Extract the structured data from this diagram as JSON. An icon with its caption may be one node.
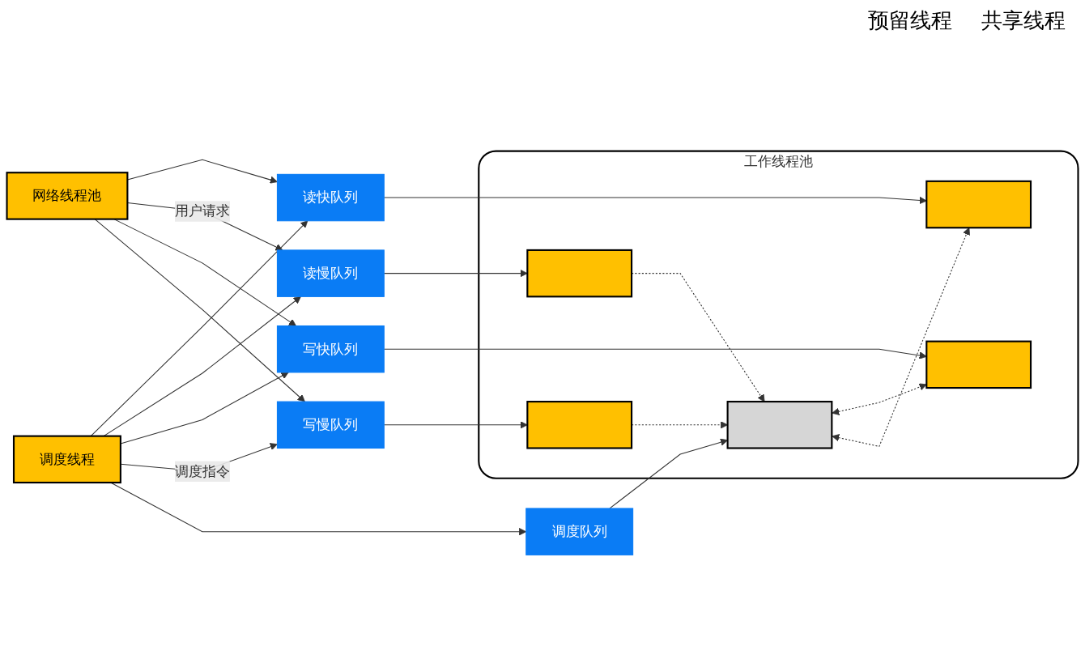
{
  "diagram": {
    "nodes": [
      {
        "text": [
          "网络线程池"
        ]
      },
      {
        "text": [
          "调度线程"
        ]
      },
      {
        "text": [
          "读快队列"
        ]
      },
      {
        "text": [
          "读慢队列"
        ]
      },
      {
        "text": [
          "写快队列"
        ]
      },
      {
        "text": [
          "写慢队列"
        ]
      },
      {
        "text": [
          "调度队列"
        ]
      },
      {
        "text": [
          "工作线程池"
        ]
      },
      {
        "text": [],
        "shape": "bar",
        "in": 7
      },
      {
        "text": [],
        "shape": "bar",
        "in": 7
      },
      {
        "text": [],
        "shape": "bar",
        "in": 7
      },
      {
        "text": [],
        "shape": "bar",
        "in": 7
      },
      {
        "text": [],
        "shape": "bar",
        "in": 7
      }
    ],
    "edges": [
      {
        "from": 0,
        "to": 2,
        "arrow": "to"
      },
      {
        "from": 0,
        "to": 3,
        "arrow": "to",
        "label": "用户请求"
      },
      {
        "from": 0,
        "to": 4,
        "arrow": "to"
      },
      {
        "from": 0,
        "to": 5,
        "arrow": "to"
      },
      {
        "from": 1,
        "to": 2,
        "arrow": "to"
      },
      {
        "from": 1,
        "to": 3,
        "arrow": "to"
      },
      {
        "from": 1,
        "to": 4,
        "arrow": "to"
      },
      {
        "from": 1,
        "to": 5,
        "arrow": "to",
        "label": "调度指令"
      },
      {
        "from": 1,
        "to": 6,
        "arrow": "to"
      },
      {
        "from": 2,
        "to": 8,
        "arrow": "to"
      },
      {
        "from": 3,
        "to": 9,
        "arrow": "to"
      },
      {
        "from": 4,
        "to": 10,
        "arrow": "to"
      },
      {
        "from": 5,
        "to": 11,
        "arrow": "to"
      },
      {
        "from": 6,
        "to": 12,
        "arrow": "to"
      },
      {
        "from": 9,
        "to": 12,
        "arrow": "to",
        "style": "dashed"
      },
      {
        "from": 11,
        "to": 12,
        "arrow": "to",
        "style": "dashed"
      },
      {
        "from": 12,
        "to": 10,
        "arrow": "both",
        "style": "dashed"
      },
      {
        "from": 12,
        "to": 8,
        "arrow": "both",
        "style": "dashed"
      }
    ],
    "labels": [
      "预留线程",
      "共享线程"
    ]
  }
}
